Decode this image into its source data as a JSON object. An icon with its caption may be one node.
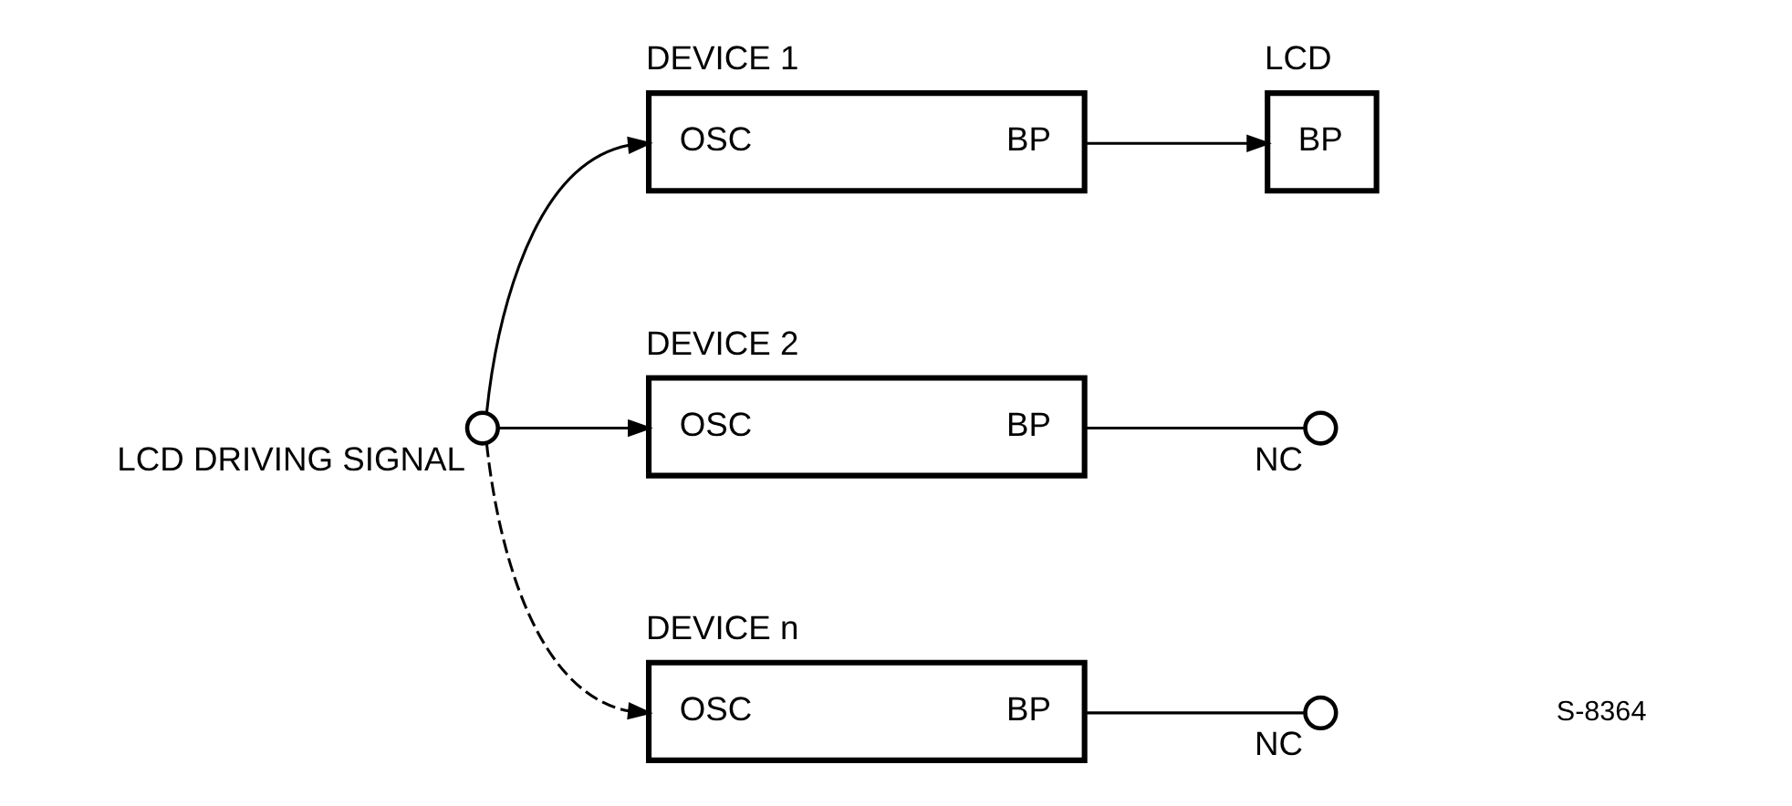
{
  "diagram": {
    "nodes": [
      {
        "text": [],
        "shape": "circle",
        "beside": [
          "LCD DRIVING SIGNAL"
        ]
      },
      {
        "text": [
          "DEVICE 1",
          "OSC",
          "BP"
        ]
      },
      {
        "text": [
          "LCD",
          "BP"
        ]
      },
      {
        "text": [
          "DEVICE 2",
          "OSC",
          "BP"
        ]
      },
      {
        "text": [],
        "shape": "circle",
        "beside": [
          "NC"
        ]
      },
      {
        "text": [
          "DEVICE n",
          "OSC",
          "BP"
        ]
      },
      {
        "text": [],
        "shape": "circle",
        "beside": [
          "NC"
        ]
      }
    ],
    "edges": [
      {
        "from": 0,
        "to": 1,
        "arrow": "to"
      },
      {
        "from": 0,
        "to": 3,
        "arrow": "to"
      },
      {
        "from": 0,
        "to": 5,
        "arrow": "to",
        "style": "dashed"
      },
      {
        "from": 1,
        "to": 2,
        "arrow": "to"
      },
      {
        "from": 3,
        "to": 4,
        "arrow": "none"
      },
      {
        "from": 5,
        "to": 6,
        "arrow": "none"
      }
    ],
    "labels": [
      "S-8364"
    ]
  }
}
